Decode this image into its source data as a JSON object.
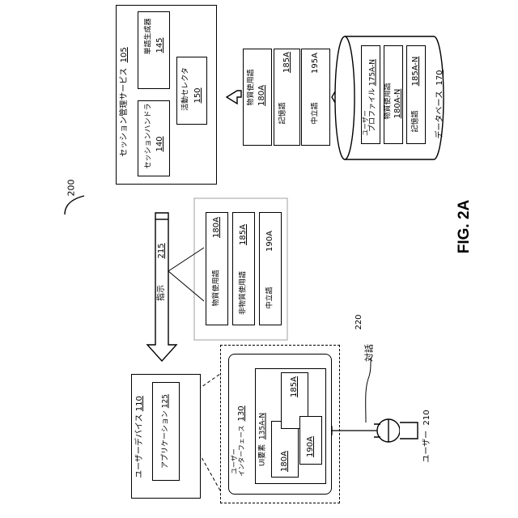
{
  "figure_number": "200",
  "figure_caption": "FIG. 2A",
  "session_service": {
    "title": "セッション管理サービス",
    "ref": "105"
  },
  "session_handler": {
    "title": "セッションハンドラ",
    "ref": "140"
  },
  "word_generator": {
    "title": "単語生成器",
    "ref": "145"
  },
  "activity_selector": {
    "title": "活動セレクタ",
    "ref": "150"
  },
  "session_words": [
    {
      "title": "物質使用語",
      "ref": "180A"
    },
    {
      "title": "記憶語",
      "ref": "185A"
    },
    {
      "title": "中立語",
      "ref": "195A"
    }
  ],
  "database": {
    "title": "データベース",
    "ref": "170",
    "profile_title_1": "ユーザー",
    "profile_title_2": "プロファイル",
    "profile_ref": "175A-N",
    "substance_title": "物質使用語",
    "substance_ref": "180A-N",
    "memory_title": "記憶語",
    "memory_ref": "185A-N"
  },
  "instruction": {
    "title": "指示",
    "ref": "215"
  },
  "instruction_words": [
    {
      "title": "物質使用語",
      "ref": "180A"
    },
    {
      "title": "非物質使用語",
      "ref": "185A"
    },
    {
      "title": "中立語",
      "ref": "190A"
    }
  ],
  "user_device": {
    "title": "ユーザーデバイス",
    "ref": "110"
  },
  "application": {
    "title": "アプリケーション",
    "ref": "125"
  },
  "ui": {
    "title_1": "ユーザー",
    "title_2": "インターフェース",
    "ref": "130"
  },
  "ui_elements": {
    "title": "UI要素",
    "ref": "135A-N"
  },
  "ui_element_refs": [
    "180A",
    "185A",
    "190A"
  ],
  "dialogue": {
    "title": "対話",
    "ref": "220"
  },
  "user": {
    "title": "ユーザー",
    "ref": "210"
  }
}
